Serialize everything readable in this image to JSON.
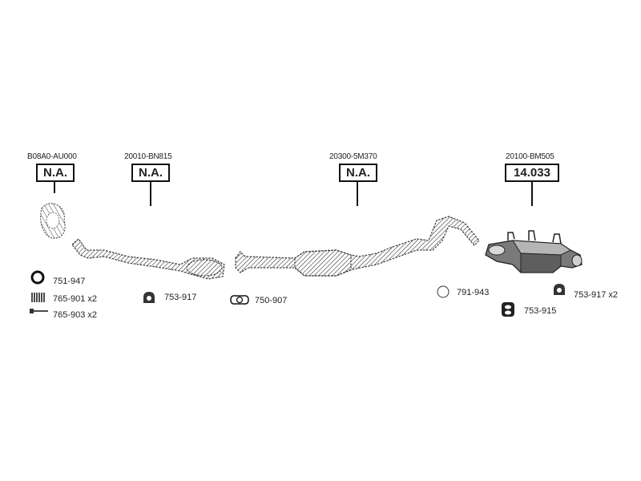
{
  "parts": [
    {
      "code": "B08A0-AU000",
      "price": "N.A."
    },
    {
      "code": "20010-BN815",
      "price": "N.A."
    },
    {
      "code": "20300-5M370",
      "price": "N.A."
    },
    {
      "code": "20100-BM505",
      "price": "14.033"
    }
  ],
  "accessories": {
    "ring": "751-947",
    "spring": "765-901 x2",
    "bolt": "765-903 x2",
    "hanger_mid": "753-917",
    "gasket": "750-907",
    "ring_rear": "791-943",
    "hanger_rear": "753-917 x2",
    "mount_rear": "753-915"
  }
}
